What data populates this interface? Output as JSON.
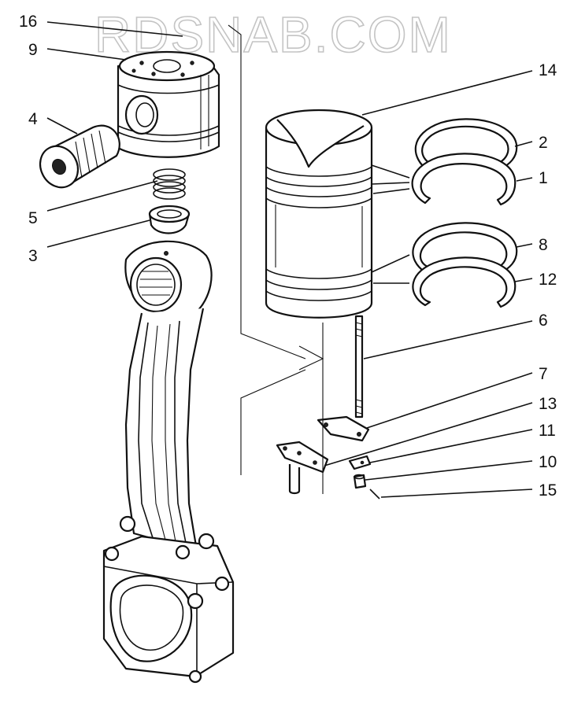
{
  "watermark": "RDSNAB.COM",
  "callouts": [
    {
      "id": "16",
      "text": "16"
    },
    {
      "id": "9",
      "text": "9"
    },
    {
      "id": "4",
      "text": "4"
    },
    {
      "id": "5",
      "text": "5"
    },
    {
      "id": "3",
      "text": "3"
    },
    {
      "id": "14",
      "text": "14"
    },
    {
      "id": "2",
      "text": "2"
    },
    {
      "id": "1",
      "text": "1"
    },
    {
      "id": "8",
      "text": "8"
    },
    {
      "id": "12",
      "text": "12"
    },
    {
      "id": "6",
      "text": "6"
    },
    {
      "id": "7",
      "text": "7"
    },
    {
      "id": "13",
      "text": "13"
    },
    {
      "id": "11",
      "text": "11"
    },
    {
      "id": "10",
      "text": "10"
    },
    {
      "id": "15",
      "text": "15"
    }
  ]
}
